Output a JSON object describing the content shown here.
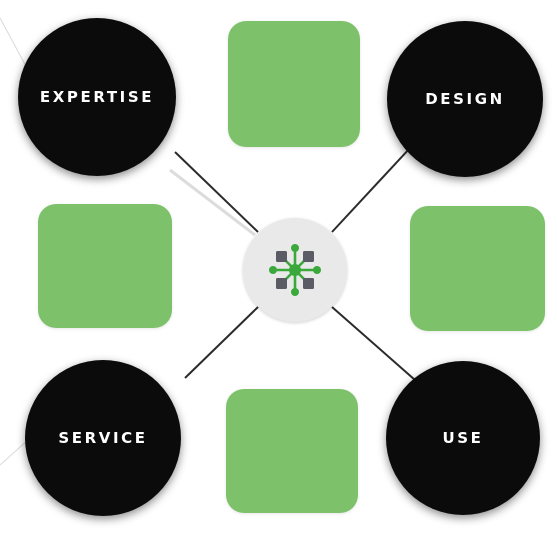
{
  "diagram": {
    "nodes": {
      "top_left": {
        "label": "EXPERTISE"
      },
      "top_right": {
        "label": "DESIGN"
      },
      "bottom_left": {
        "label": "SERVICE"
      },
      "bottom_right": {
        "label": "USE"
      }
    },
    "hub": {
      "icon": "network-hub-icon"
    },
    "colors": {
      "node_fill": "#0b0b0b",
      "node_text": "#ffffff",
      "tile_fill": "#7dc26b",
      "hub_fill": "#e9e9e9",
      "icon_green": "#3aa83a",
      "icon_gray": "#5b5b66",
      "connector": "#2b2b2b"
    }
  }
}
